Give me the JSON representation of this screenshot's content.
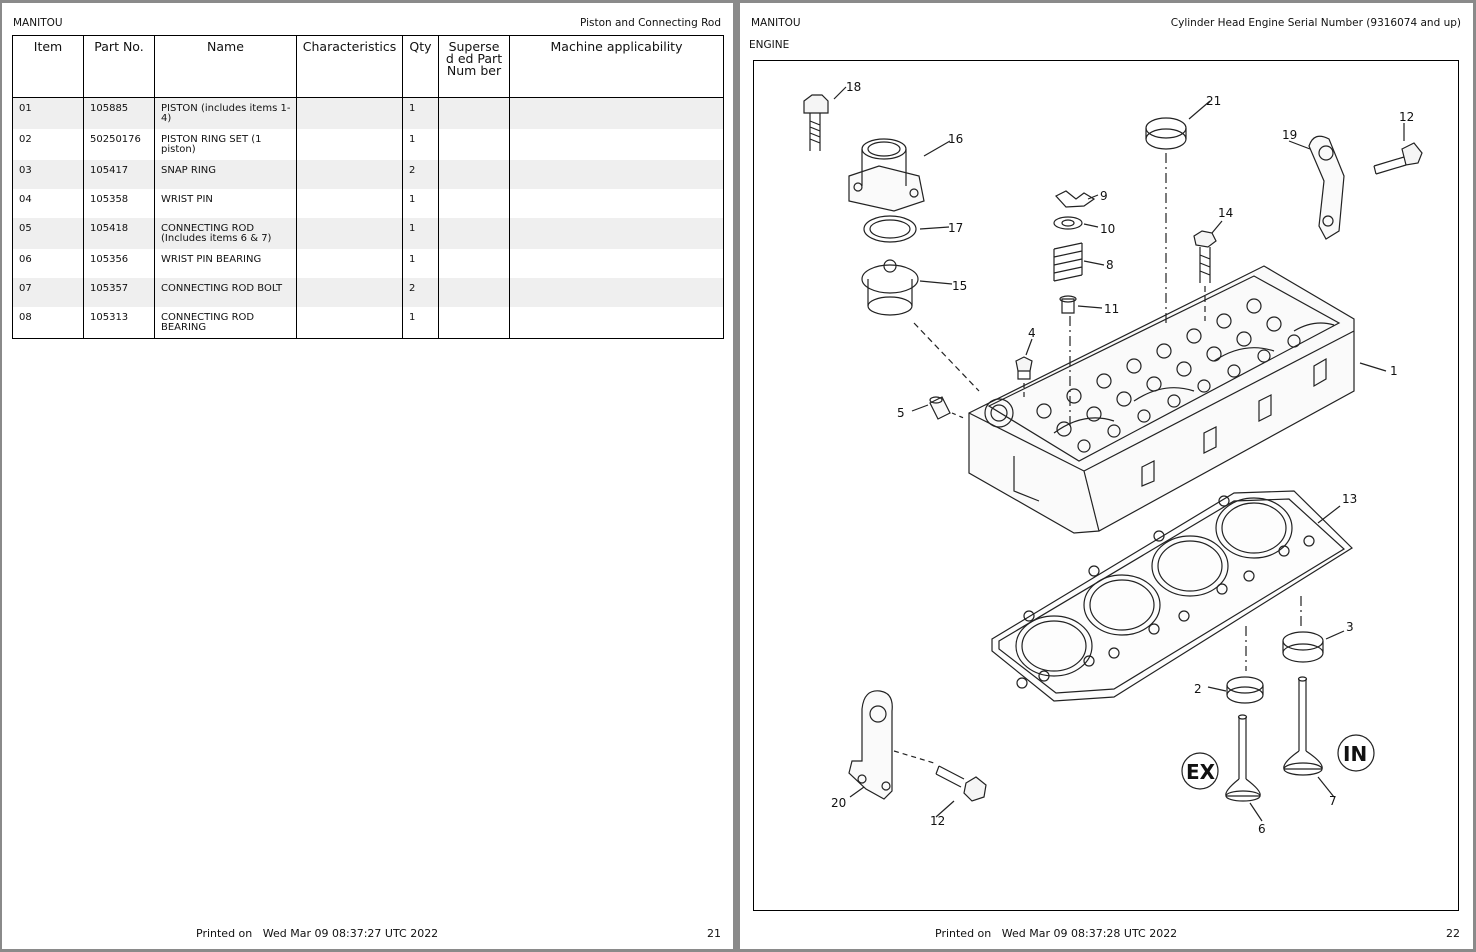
{
  "left_page": {
    "brand": "MANITOU",
    "title": "Piston and Connecting Rod",
    "table": {
      "headers": [
        "Item",
        "Part No.",
        "Name",
        "Characteristics",
        "Qty",
        "Supersed ed PartNum ber",
        "Machine applicability"
      ],
      "rows": [
        {
          "item": "01",
          "part_no": "105885",
          "name": "PISTON (includes items 1-4)",
          "characteristics": "",
          "qty": "1",
          "superseded": "",
          "applicability": ""
        },
        {
          "item": "02",
          "part_no": "50250176",
          "name": "PISTON RING SET (1 piston)",
          "characteristics": "",
          "qty": "1",
          "superseded": "",
          "applicability": ""
        },
        {
          "item": "03",
          "part_no": "105417",
          "name": "SNAP RING",
          "characteristics": "",
          "qty": "2",
          "superseded": "",
          "applicability": ""
        },
        {
          "item": "04",
          "part_no": "105358",
          "name": "WRIST PIN",
          "characteristics": "",
          "qty": "1",
          "superseded": "",
          "applicability": ""
        },
        {
          "item": "05",
          "part_no": "105418",
          "name": "CONNECTING ROD (Includes items 6 & 7)",
          "characteristics": "",
          "qty": "1",
          "superseded": "",
          "applicability": ""
        },
        {
          "item": "06",
          "part_no": "105356",
          "name": "WRIST PIN BEARING",
          "characteristics": "",
          "qty": "1",
          "superseded": "",
          "applicability": ""
        },
        {
          "item": "07",
          "part_no": "105357",
          "name": "CONNECTING ROD BOLT",
          "characteristics": "",
          "qty": "2",
          "superseded": "",
          "applicability": ""
        },
        {
          "item": "08",
          "part_no": "105313",
          "name": "CONNECTING ROD BEARING",
          "characteristics": "",
          "qty": "1",
          "superseded": "",
          "applicability": ""
        }
      ]
    },
    "footer": {
      "printed_label": "Printed on",
      "printed_date": "Wed Mar 09 08:37:27 UTC 2022",
      "page_number": "21"
    }
  },
  "right_page": {
    "brand": "MANITOU",
    "title": "Cylinder Head Engine Serial Number (9316074 and up)",
    "section": "ENGINE",
    "diagram": {
      "callouts": [
        "1",
        "2",
        "3",
        "4",
        "5",
        "6",
        "7",
        "8",
        "9",
        "10",
        "11",
        "12",
        "12",
        "13",
        "14",
        "15",
        "16",
        "17",
        "18",
        "19",
        "20",
        "21"
      ],
      "exhaust_label": "EX",
      "intake_label": "IN"
    },
    "footer": {
      "printed_label": "Printed on",
      "printed_date": "Wed Mar 09 08:37:28 UTC 2022",
      "page_number": "22"
    }
  }
}
